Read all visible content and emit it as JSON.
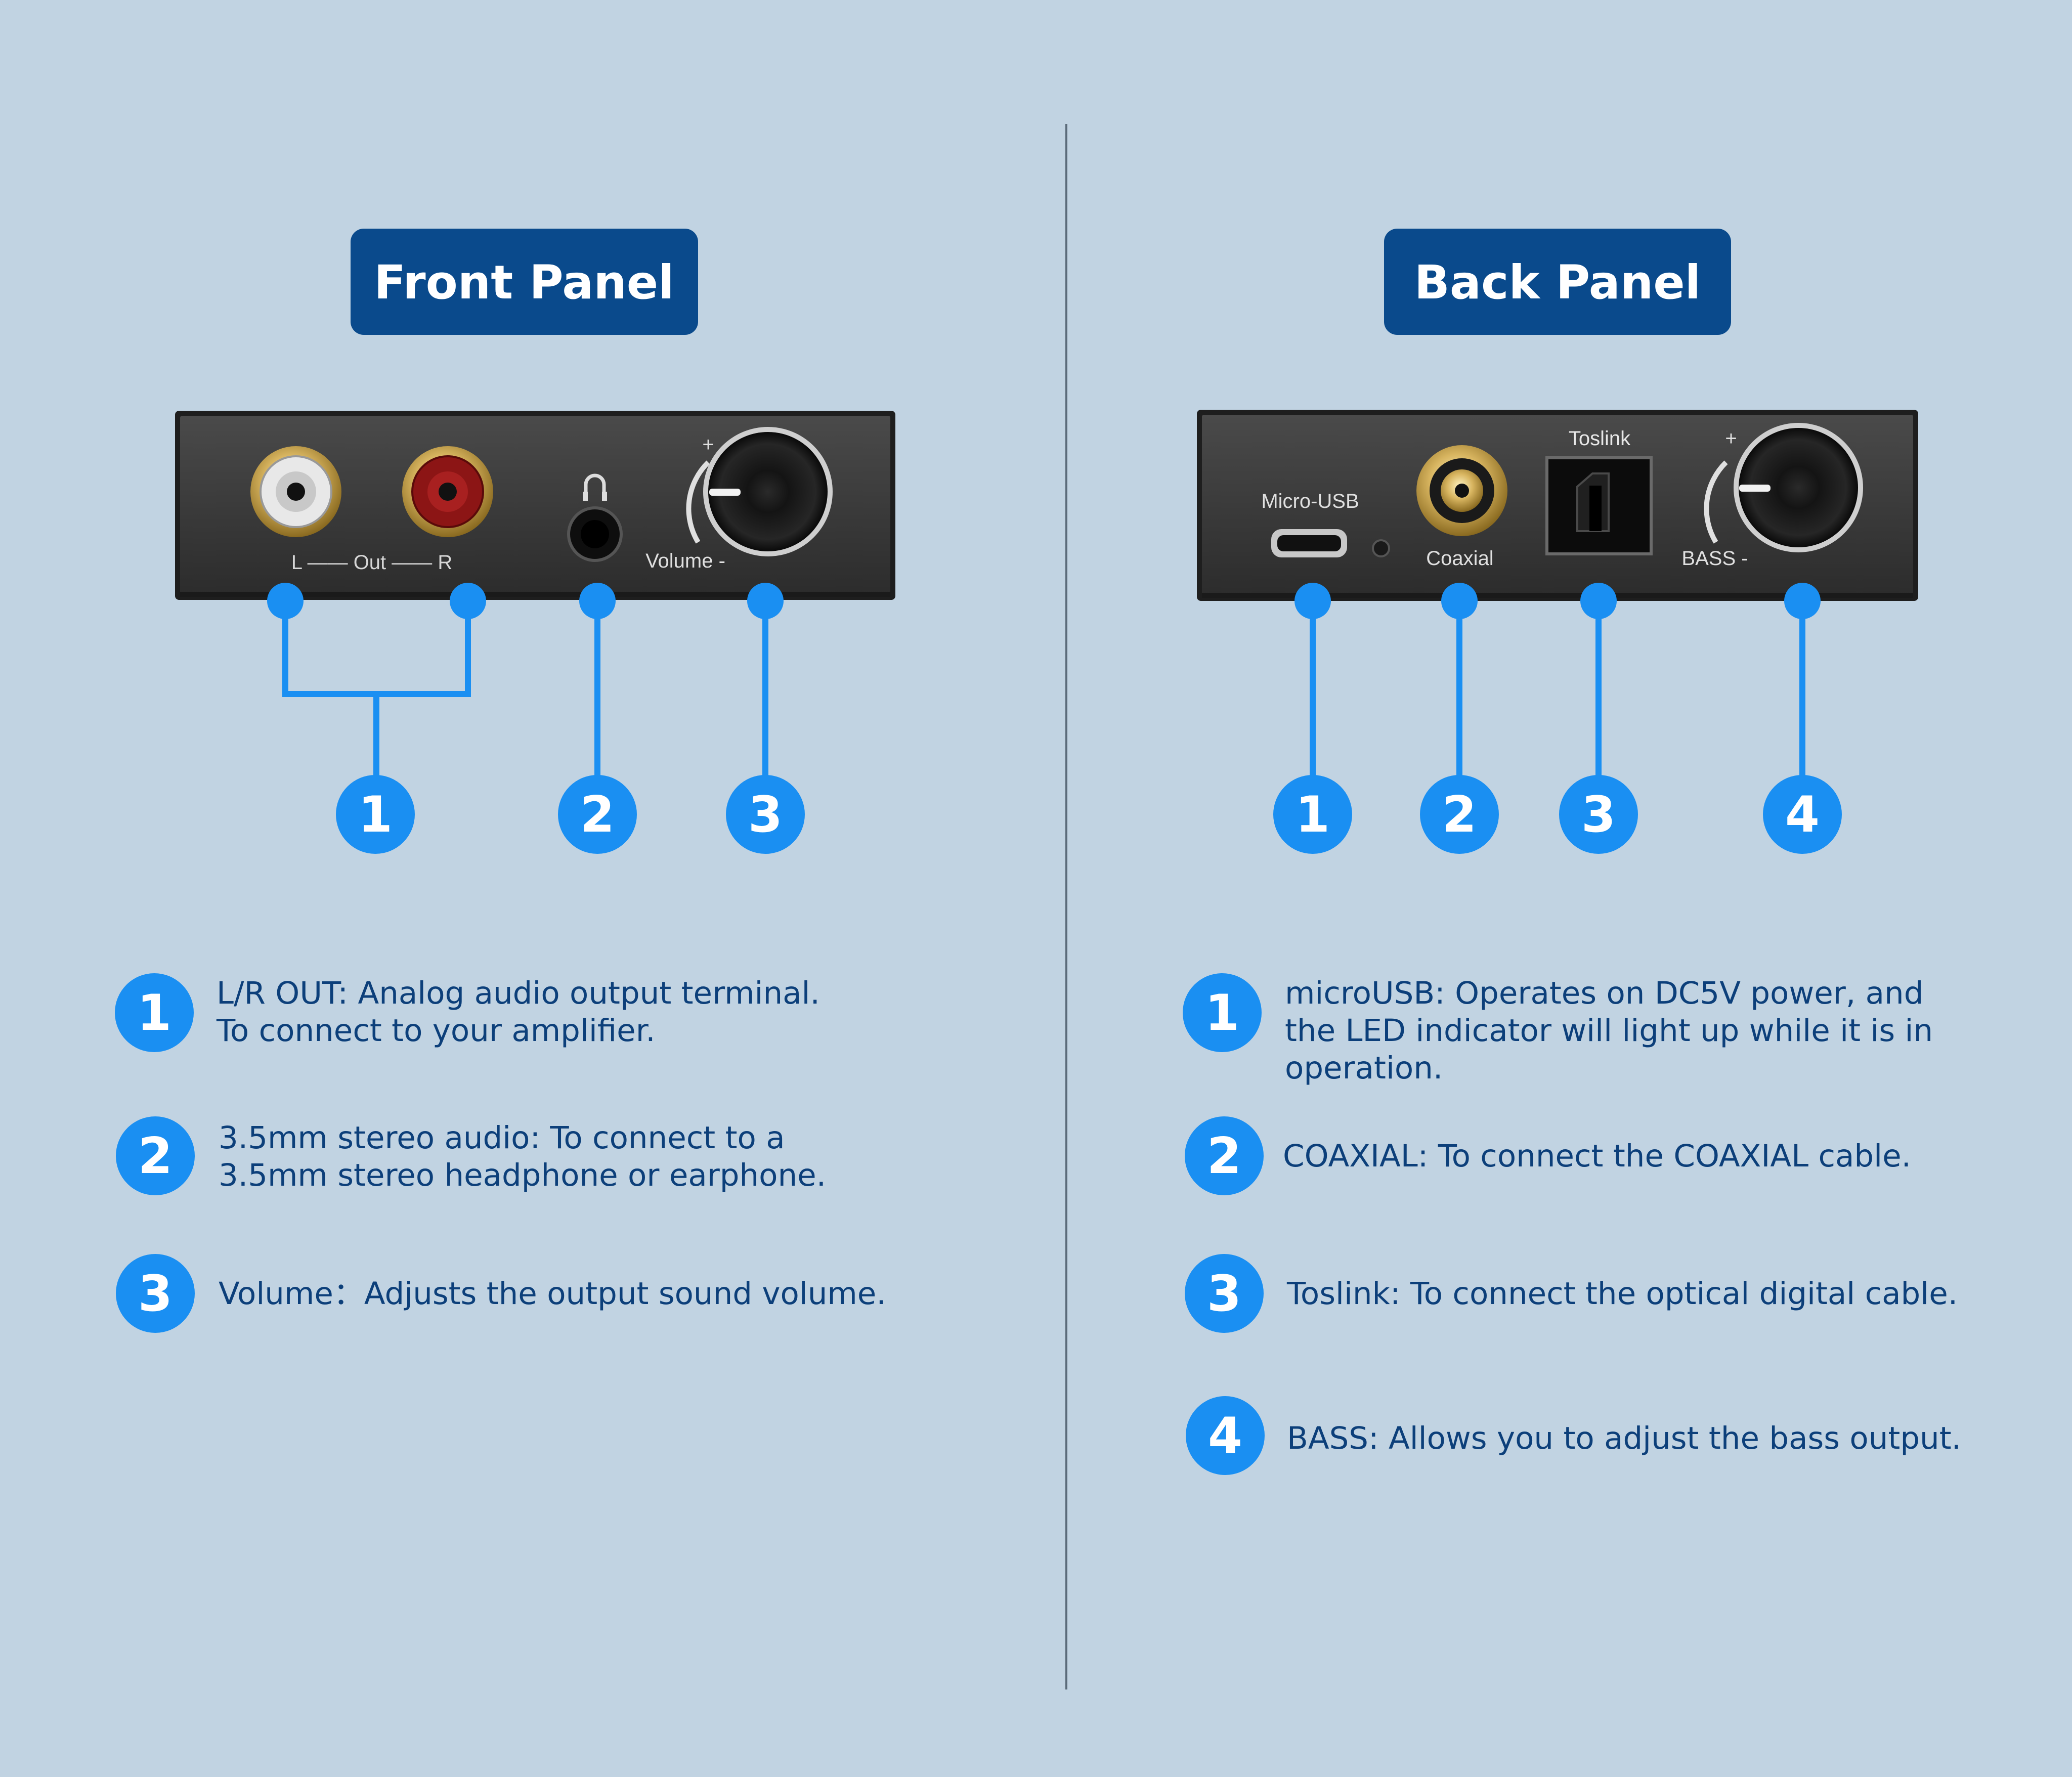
{
  "colors": {
    "background": "#c1d3e2",
    "title_box": "#0a4a8c",
    "accent_blue": "#1a8ff2",
    "text_blue": "#0c3f7a",
    "device_body": "#3a3a3a",
    "divider": "#5b6b7a"
  },
  "front": {
    "title": "Front Panel",
    "device_labels": {
      "lr_out": "L —— Out —— R",
      "volume": "Volume -",
      "plus": "+"
    },
    "callouts": [
      "1",
      "2",
      "3"
    ],
    "items": [
      {
        "num": "1",
        "line1": "L/R OUT: Analog audio output terminal.",
        "line2": "To connect to your amplifier."
      },
      {
        "num": "2",
        "line1": "3.5mm stereo audio: To connect to a",
        "line2": "3.5mm stereo headphone or earphone."
      },
      {
        "num": "3",
        "line1": "Volume：Adjusts the output sound volume.",
        "line2": ""
      }
    ]
  },
  "back": {
    "title": "Back Panel",
    "device_labels": {
      "micro_usb": "Micro-USB",
      "coaxial": "Coaxial",
      "toslink": "Toslink",
      "bass": "BASS -",
      "plus": "+"
    },
    "callouts": [
      "1",
      "2",
      "3",
      "4"
    ],
    "items": [
      {
        "num": "1",
        "line1": "microUSB: Operates on DC5V power, and",
        "line2": "the LED indicator will light up while it is in",
        "line3": "operation."
      },
      {
        "num": "2",
        "line1": "COAXIAL: To connect  the COAXIAL cable."
      },
      {
        "num": "3",
        "line1": "Toslink: To connect the optical digital cable."
      },
      {
        "num": "4",
        "line1": "BASS: Allows you to adjust the bass output."
      }
    ]
  }
}
